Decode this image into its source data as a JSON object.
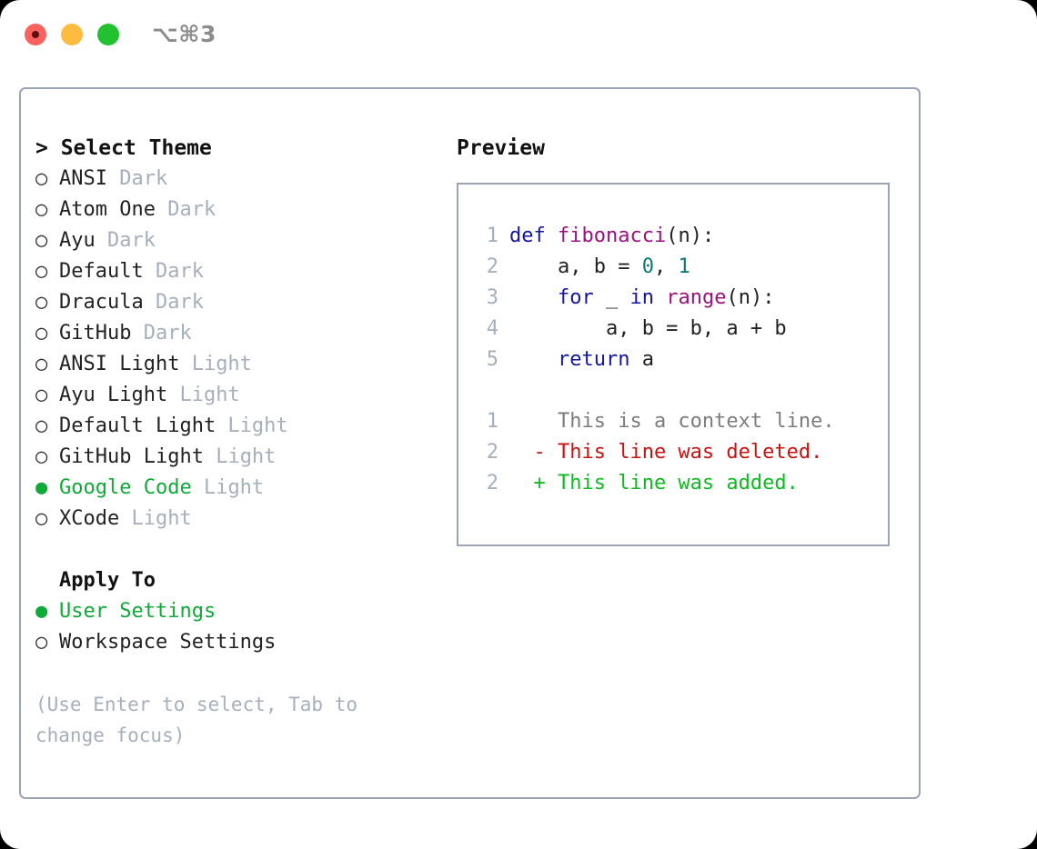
{
  "window": {
    "shortcut": "⌥⌘3",
    "traffic_lights": [
      "close-red",
      "minimize-yellow",
      "maximize-green"
    ]
  },
  "theme_picker": {
    "header_prefix": "> ",
    "header": "Select Theme",
    "marker_unselected": "○",
    "marker_selected": "●",
    "options": [
      {
        "name": "ANSI",
        "kind": "Dark",
        "selected": false
      },
      {
        "name": "Atom One",
        "kind": "Dark",
        "selected": false
      },
      {
        "name": "Ayu",
        "kind": "Dark",
        "selected": false
      },
      {
        "name": "Default",
        "kind": "Dark",
        "selected": false
      },
      {
        "name": "Dracula",
        "kind": "Dark",
        "selected": false
      },
      {
        "name": "GitHub",
        "kind": "Dark",
        "selected": false
      },
      {
        "name": "ANSI Light",
        "kind": "Light",
        "selected": false
      },
      {
        "name": "Ayu Light",
        "kind": "Light",
        "selected": false
      },
      {
        "name": "Default Light",
        "kind": "Light",
        "selected": false
      },
      {
        "name": "GitHub Light",
        "kind": "Light",
        "selected": false
      },
      {
        "name": "Google Code",
        "kind": "Light",
        "selected": true
      },
      {
        "name": "XCode",
        "kind": "Light",
        "selected": false
      }
    ]
  },
  "apply_to": {
    "header": "Apply To",
    "options": [
      {
        "name": "User Settings",
        "selected": true
      },
      {
        "name": "Workspace Settings",
        "selected": false
      }
    ]
  },
  "hint": "(Use Enter to select, Tab to change focus)",
  "preview": {
    "title": "Preview",
    "code_lines": [
      {
        "ln": "1",
        "tokens": [
          {
            "t": "def ",
            "c": "kw"
          },
          {
            "t": "fibonacci",
            "c": "fn"
          },
          {
            "t": "(n):",
            "c": "pl"
          }
        ]
      },
      {
        "ln": "2",
        "tokens": [
          {
            "t": "    a, b = ",
            "c": "pl"
          },
          {
            "t": "0",
            "c": "num"
          },
          {
            "t": ", ",
            "c": "pl"
          },
          {
            "t": "1",
            "c": "num"
          }
        ]
      },
      {
        "ln": "3",
        "tokens": [
          {
            "t": "    for ",
            "c": "kw"
          },
          {
            "t": "_ ",
            "c": "pl"
          },
          {
            "t": "in ",
            "c": "kw"
          },
          {
            "t": "range",
            "c": "fn"
          },
          {
            "t": "(n):",
            "c": "pl"
          }
        ]
      },
      {
        "ln": "4",
        "tokens": [
          {
            "t": "        a, b = b, a + b",
            "c": "pl"
          }
        ]
      },
      {
        "ln": "5",
        "tokens": [
          {
            "t": "    return ",
            "c": "kw"
          },
          {
            "t": "a",
            "c": "pl"
          }
        ]
      }
    ],
    "diff_lines": [
      {
        "ln": "1",
        "sign": "  ",
        "text": "This is a context line.",
        "kind": "ctx"
      },
      {
        "ln": "2",
        "sign": "- ",
        "text": "This line was deleted.",
        "kind": "del"
      },
      {
        "ln": "2",
        "sign": "+ ",
        "text": "This line was added.",
        "kind": "add"
      }
    ]
  },
  "colors": {
    "accent_green": "#10aa38",
    "muted": "#a6afbb",
    "border": "#9aa4b4",
    "keyword": "#1515a3",
    "function": "#9c127f",
    "number": "#0b7a75",
    "diff_delete": "#cc1111",
    "diff_add": "#0dbb21"
  }
}
